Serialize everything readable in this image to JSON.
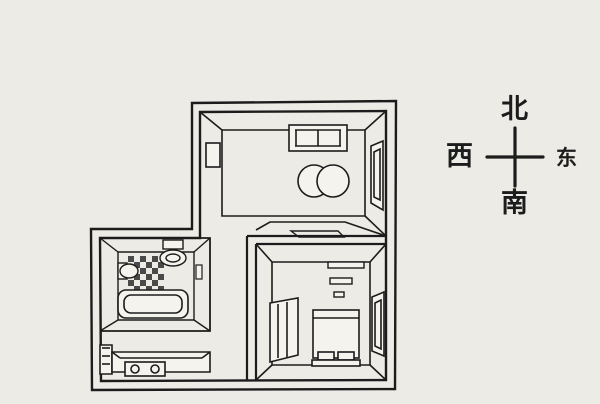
{
  "floor_plan": {
    "rooms": [
      {
        "id": "living-room",
        "furniture": [
          "sofa",
          "round-table-pair",
          "cabinet",
          "window"
        ]
      },
      {
        "id": "bedroom",
        "furniture": [
          "bed",
          "wardrobe",
          "wall-shelf",
          "window"
        ]
      },
      {
        "id": "bathroom",
        "furniture": [
          "toilet",
          "washbasin",
          "bathtub"
        ]
      },
      {
        "id": "kitchen-strip",
        "furniture": [
          "counter",
          "stove"
        ]
      }
    ]
  },
  "compass": {
    "north": "北",
    "south": "南",
    "west": "西",
    "east": "东"
  },
  "colors": {
    "background": "#ecebe5",
    "ink": "#1c1c1c",
    "wall_fill": "#f4f3ee",
    "bathroom_tile": "#4a4a4a"
  }
}
